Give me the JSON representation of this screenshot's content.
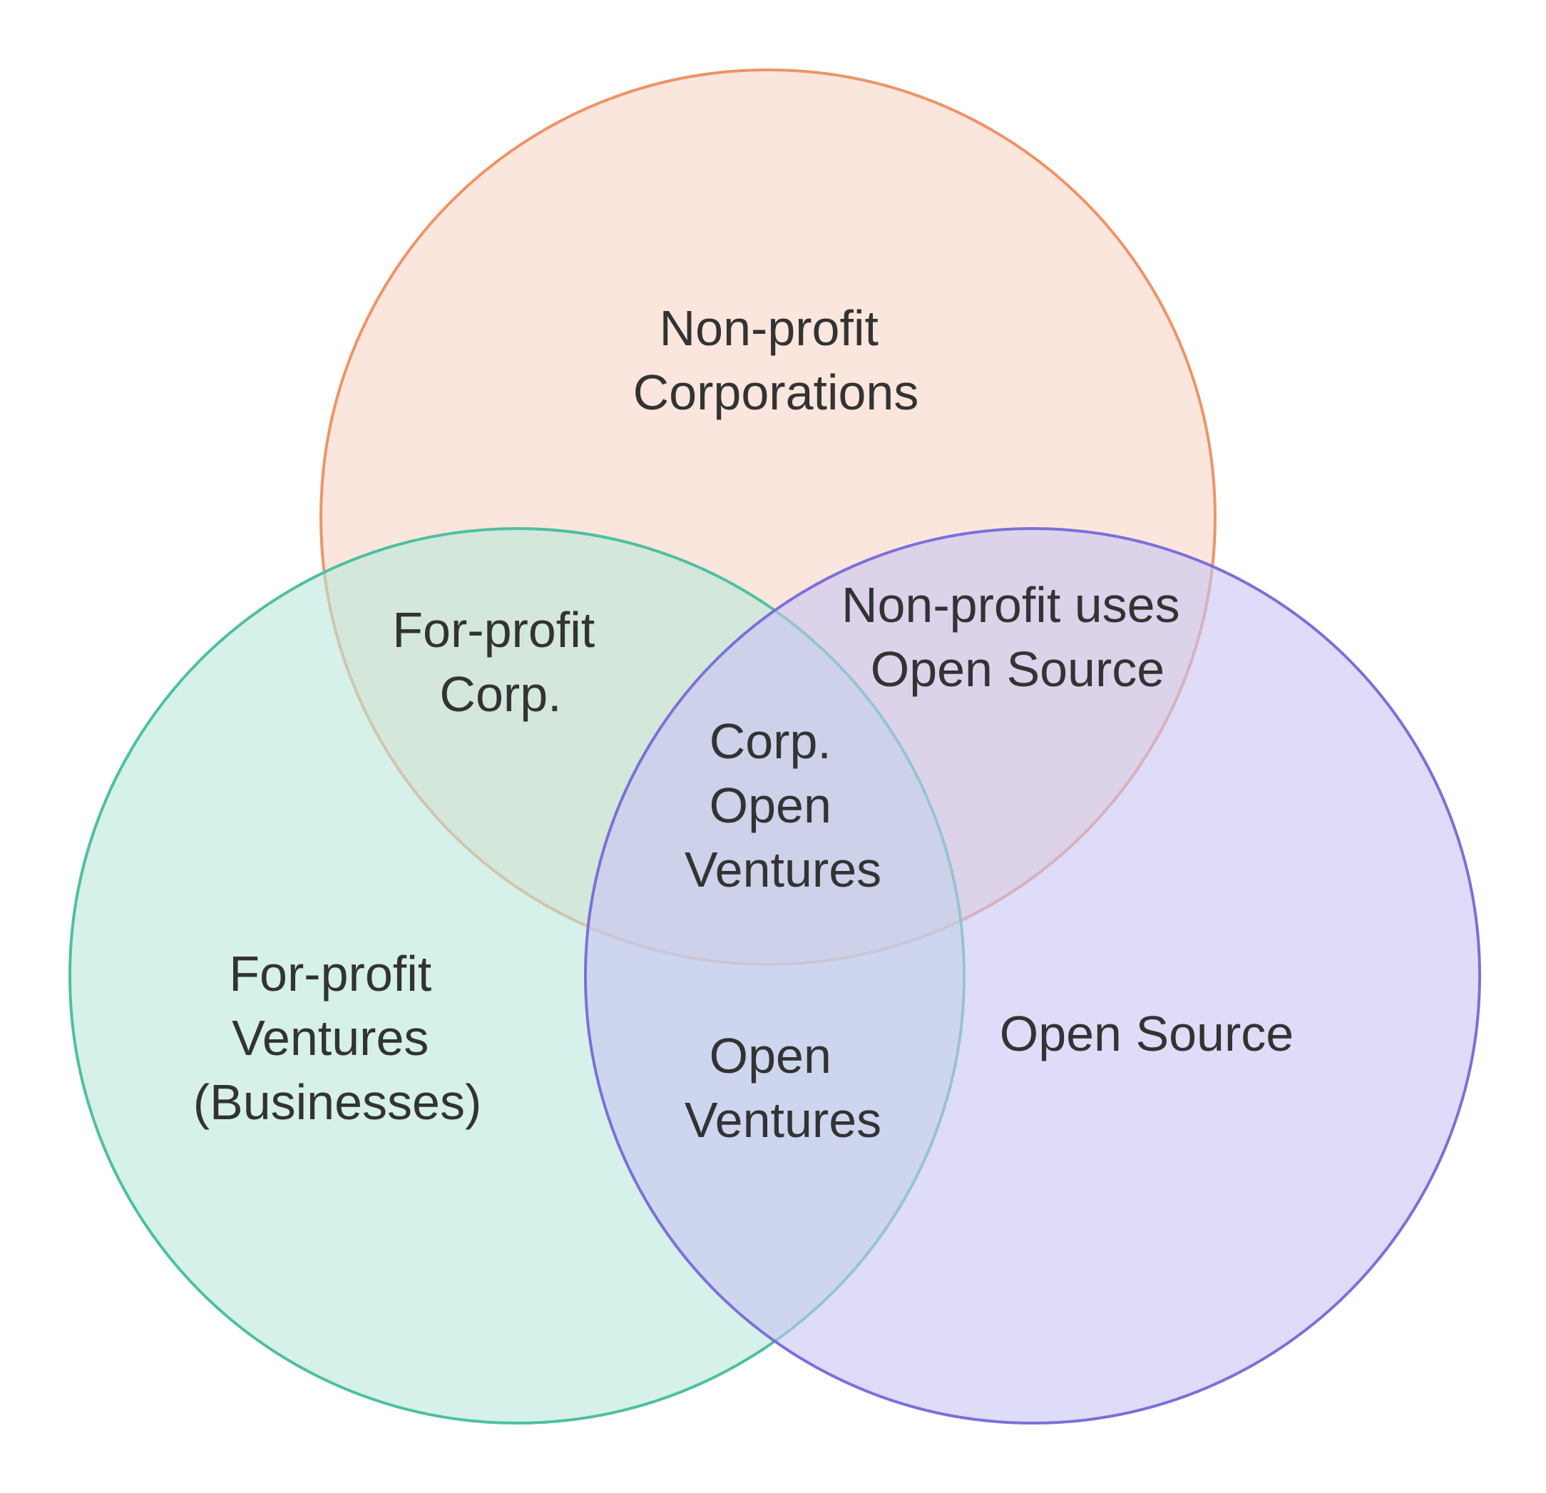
{
  "circles": {
    "nonprofit": {
      "fill": "#F9D6C6",
      "stroke": "#EE9466"
    },
    "forprofit": {
      "fill": "#BBE8DB",
      "stroke": "#4DC0A0"
    },
    "opensource": {
      "fill": "#C8C4F4",
      "stroke": "#7B70D8"
    }
  },
  "regions": {
    "nonprofit_only": {
      "lines": [
        "Non-profit",
        "Corporations"
      ]
    },
    "forprofit_corp": {
      "lines": [
        "For-profit",
        "Corp."
      ]
    },
    "nonprofit_opensource": {
      "lines": [
        "Non-profit uses",
        "Open Source"
      ]
    },
    "center": {
      "lines": [
        "Corp.",
        "Open",
        "Ventures"
      ]
    },
    "forprofit_only": {
      "lines": [
        "For-profit",
        "Ventures",
        "(Businesses)"
      ]
    },
    "open_ventures": {
      "lines": [
        "Open",
        "Ventures"
      ]
    },
    "opensource_only": {
      "lines": [
        "Open Source"
      ]
    }
  }
}
